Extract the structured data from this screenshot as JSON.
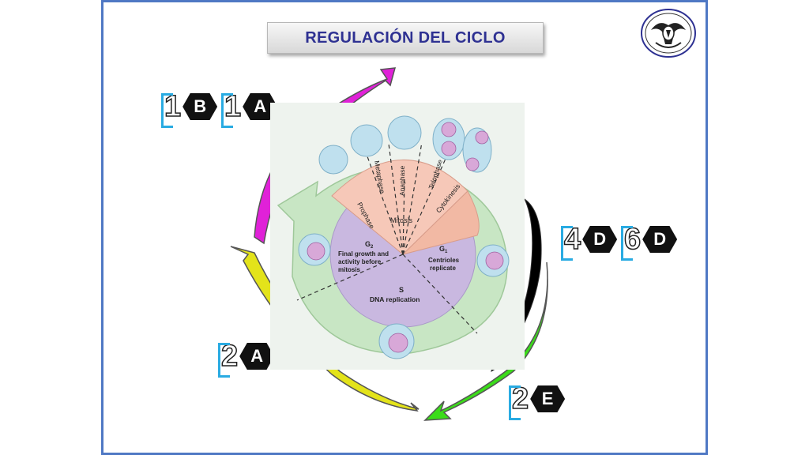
{
  "title": "REGULACIÓN DEL CICLO",
  "badges": [
    {
      "number": "1",
      "letter": "B"
    },
    {
      "number": "1",
      "letter": "A"
    },
    {
      "number": "4",
      "letter": "D"
    },
    {
      "number": "6",
      "letter": "D"
    },
    {
      "number": "2",
      "letter": "A"
    },
    {
      "number": "2",
      "letter": "E"
    }
  ],
  "cycle": {
    "mitosis_phases": [
      "Prophase",
      "Metaphase",
      "Anaphase",
      "Telophase",
      "Cytokinesis"
    ],
    "mitosis_label": "Mitosis",
    "g2": {
      "name": "G",
      "sub": "2",
      "lines": [
        "Final growth and",
        "activity before",
        "mitosis"
      ]
    },
    "g1": {
      "name": "G",
      "sub": "1",
      "lines": [
        "Centrioles",
        "replicate"
      ]
    },
    "s": {
      "name": "S",
      "lines": [
        "DNA replication"
      ]
    }
  },
  "colors": {
    "title": "#2e3192",
    "border": "#4f78c4",
    "mitosis": "#f6c8b8",
    "interphase": "#c9b8e0",
    "outer_ring": "#c8e6c4",
    "arrow_magenta": "#e021d8",
    "arrow_yellow": "#e3e31a",
    "arrow_green": "#3bdc1a",
    "arrow_black": "#000000"
  }
}
